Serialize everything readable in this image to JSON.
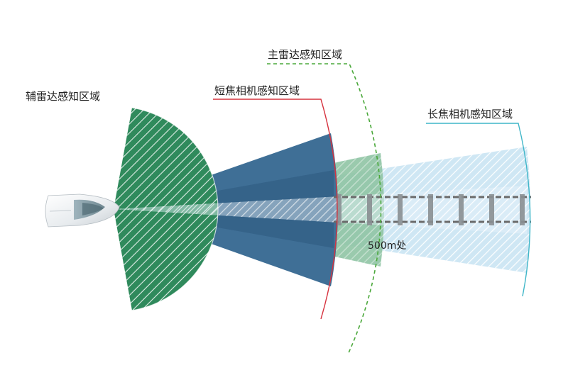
{
  "labels": {
    "aux_radar": "辅雷达感知区域",
    "short_camera": "短焦相机感知区域",
    "main_radar": "主雷达感知区域",
    "long_camera": "长焦相机感知区域",
    "distance_marker": "500m处"
  },
  "colors": {
    "aux_radar": "#2f8a5c",
    "short_camera": "#3f6f96",
    "main_radar": "#8fc4a4",
    "long_camera": "#cfe7f4",
    "short_camera_border": "#d6333f",
    "main_radar_border": "#4aa83a",
    "long_camera_border": "#3fb6c8",
    "track": "#6a6a6a"
  },
  "icons": {
    "vehicle": "train-front-icon",
    "track": "railway-track-icon"
  }
}
